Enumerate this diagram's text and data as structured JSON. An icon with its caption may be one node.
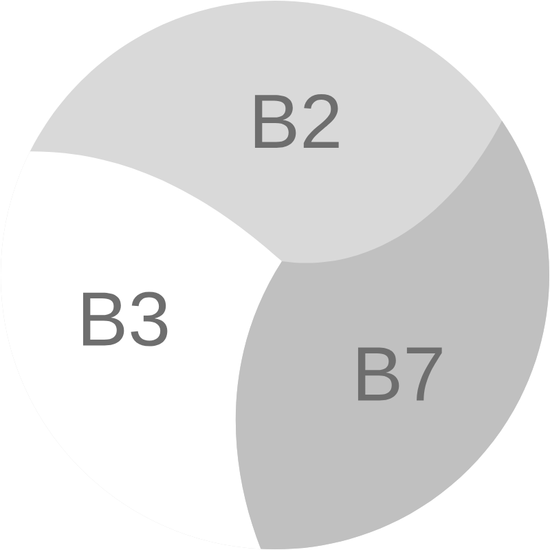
{
  "diagram": {
    "nodes": [
      {
        "text": [
          "B2"
        ]
      },
      {
        "text": [
          "B3"
        ]
      },
      {
        "text": [
          "B7"
        ]
      }
    ]
  }
}
